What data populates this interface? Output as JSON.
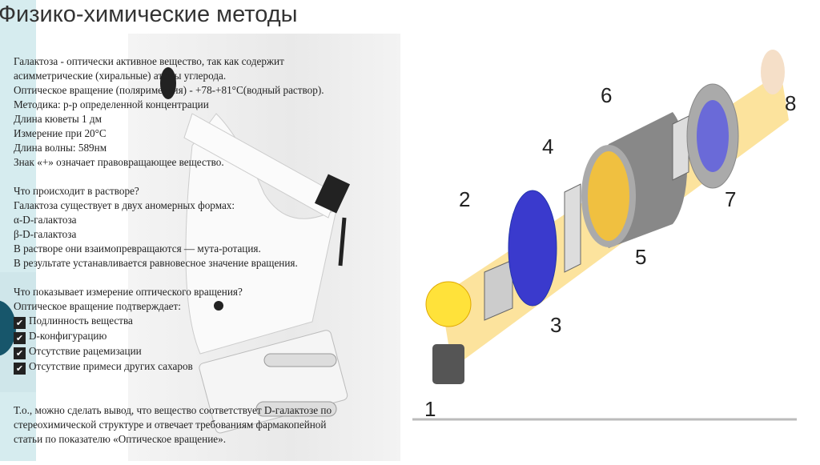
{
  "title": "Физико-химические методы",
  "intro": [
    "Галактоза - оптически активное вещество, так как содержит",
    "асимметрические (хиральные) атомы углерода.",
    "Оптическое вращение (поляриметрия) - +78-+81°С(водный раствор).",
    "Методика: р-р определенной концентрации",
    "Длина кюветы 1 дм",
    "Измерение при 20°С",
    "Длина волны: 589нм",
    "Знак «+» означает правовращающее вещество."
  ],
  "solution": [
    "Что происходит в растворе?",
    "Галактоза существует в двух аномерных формах:",
    "α-D-галактоза",
    "β-D-галактоза",
    "В растворе они взаимопревращаются — мута-ротация.",
    "В результате устанавливается равновесное значение вращения."
  ],
  "measurement": [
    "Что показывает измерение оптического вращения?",
    "Оптическое вращение подтверждает:"
  ],
  "checklist": [
    "Подлинность вещества",
    "D-конфигурацию",
    "Отсутствие рацемизации",
    "Отсутствие примеси других сахаров"
  ],
  "check_icon": "✔",
  "conclusion": [
    "Т.о., можно сделать вывод, что вещество соответствует D-галактозе по",
    "стереохимической структуре и отвечает требованиям фармакопейной",
    "статьи по показателю «Оптическое вращение»."
  ],
  "diagram_labels": [
    "1",
    "2",
    "3",
    "4",
    "5",
    "6",
    "7",
    "8"
  ]
}
